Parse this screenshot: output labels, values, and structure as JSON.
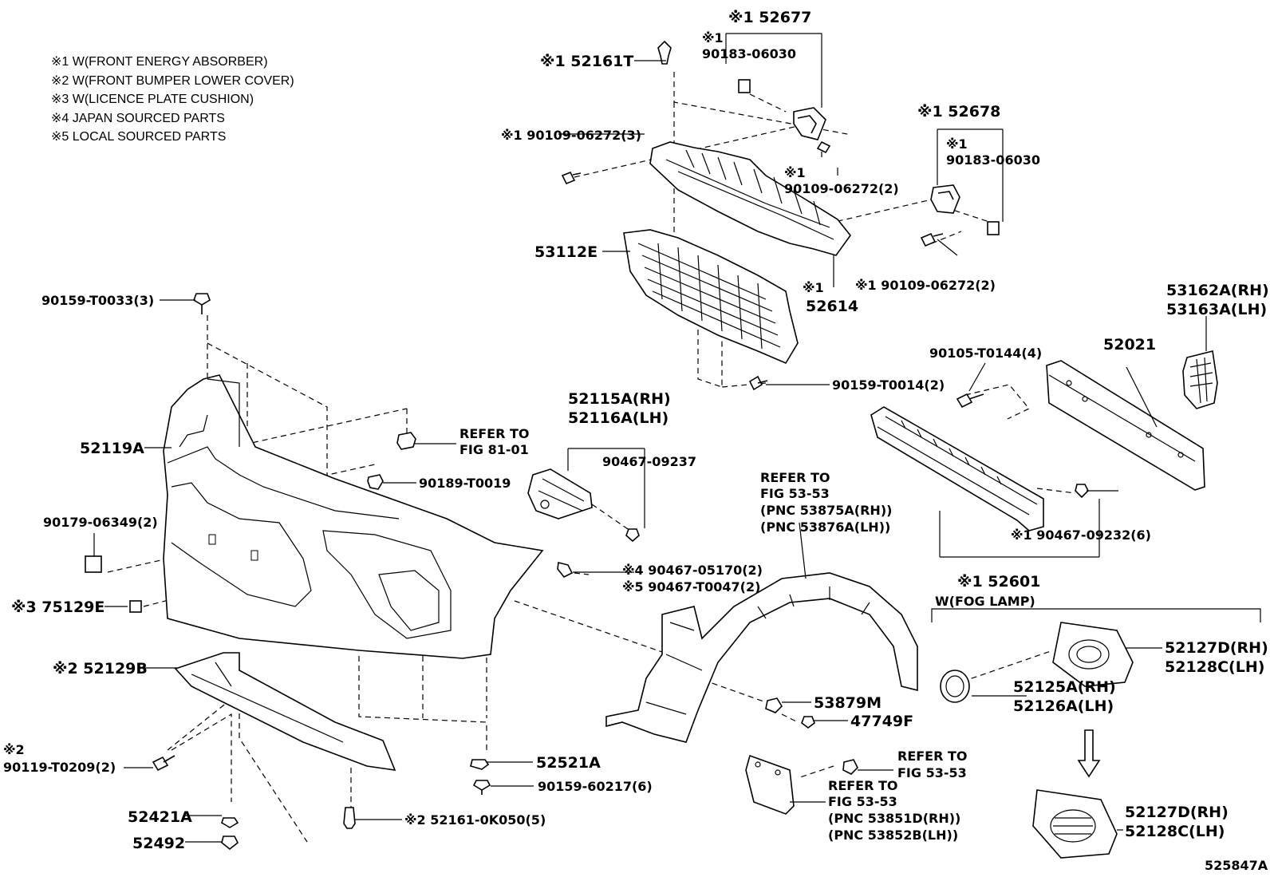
{
  "legend": [
    "※1 W(FRONT ENERGY ABSORBER)",
    "※2 W(FRONT BUMPER LOWER COVER)",
    "※3 W(LICENCE PLATE CUSHION)",
    "※4 JAPAN SOURCED PARTS",
    "※5 LOCAL SOURCED PARTS"
  ],
  "labels": {
    "p52677": "※1 52677",
    "p52161T": "※1 52161T",
    "p90183_a_mark": "※1",
    "p90183_a": "90183-06030",
    "p90109_a": "※1 90109-06272(3)",
    "p90109_b_mark": "※1",
    "p90109_b": "90109-06272(2)",
    "p52678": "※1 52678",
    "p90183_b_mark": "※1",
    "p90183_b": "90183-06030",
    "p53112E": "53112E",
    "p52614_mark": "※1",
    "p52614": "52614",
    "p90109_c": "※1 90109-06272(2)",
    "p53162A": "53162A(RH)",
    "p53163A": "53163A(LH)",
    "p90159_T0033": "90159-T0033(3)",
    "p90105": "90105-T0144(4)",
    "p52021": "52021",
    "p90159_T0014": "90159-T0014(2)",
    "p52115A": "52115A(RH)",
    "p52116A": "52116A(LH)",
    "p52119A": "52119A",
    "refer81_a": "REFER TO",
    "refer81_b": "FIG 81-01",
    "p90467_09237": "90467-09237",
    "p90189": "90189-T0019",
    "refer53_a1": "REFER TO",
    "refer53_a2": "FIG 53-53",
    "pnc53875": "(PNC 53875A(RH))",
    "pnc53876": "(PNC 53876A(LH))",
    "p90179": "90179-06349(2)",
    "p90467_09232": "※1 90467-09232(6)",
    "p90467_05170": "※4 90467-05170(2)",
    "p90467_T0047": "※5 90467-T0047(2)",
    "p52601": "※1 52601",
    "fog_lamp": "W(FOG LAMP)",
    "p75129E": "※3 75129E",
    "p52127D_a": "52127D(RH)",
    "p52128C_a": "52128C(LH)",
    "p52129B": "※2 52129B",
    "p52125A": "52125A(RH)",
    "p52126A": "52126A(LH)",
    "p53879M": "53879M",
    "p47749F": "47749F",
    "p90119_mark": "※2",
    "p90119": "90119-T0209(2)",
    "p52521A": "52521A",
    "refer53_b1": "REFER TO",
    "refer53_b2": "FIG 53-53",
    "p90159_60217": "90159-60217(6)",
    "refer53_c1": "REFER TO",
    "refer53_c2": "FIG 53-53",
    "pnc53851": "(PNC 53851D(RH))",
    "pnc53852": "(PNC 53852B(LH))",
    "p52421A": "52421A",
    "p52161_0K050": "※2 52161-0K050(5)",
    "p52492": "52492",
    "p52127D_b": "52127D(RH)",
    "p52128C_b": "52128C(LH)",
    "diagram_id": "525847A"
  }
}
